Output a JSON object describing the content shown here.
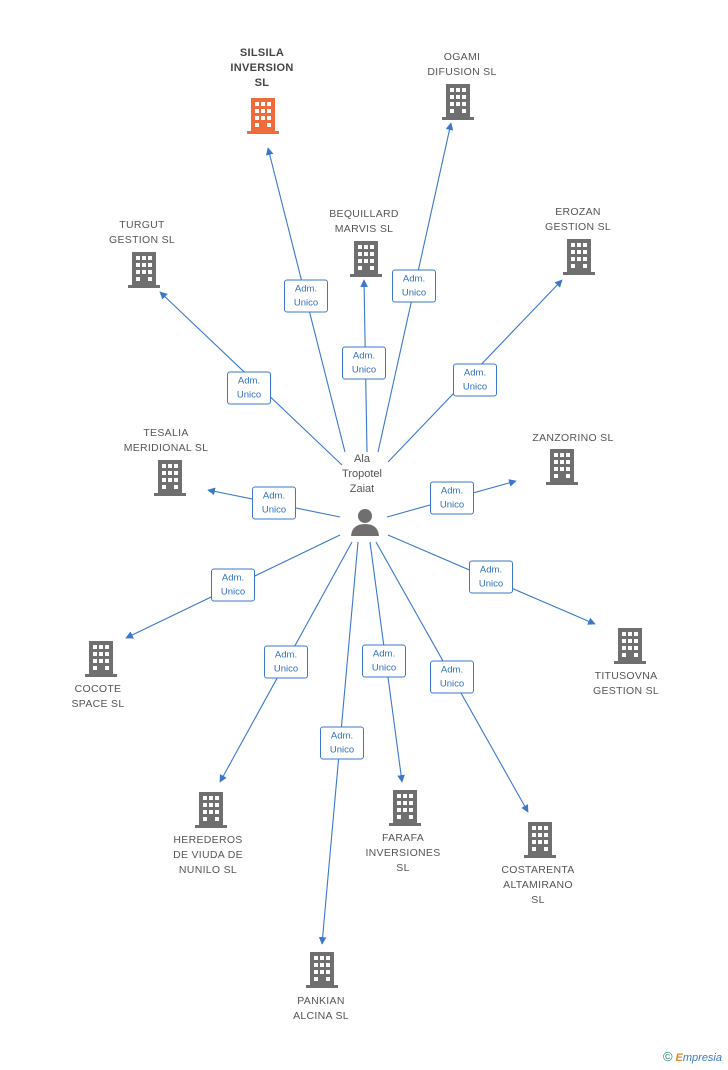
{
  "center": {
    "name": "Ala\nTropotel\nZaiat"
  },
  "edge_label": "Adm.\nUnico",
  "colors": {
    "edge": "#3b78c9",
    "building": "#6f6f6f",
    "highlight": "#f06a3a",
    "person": "#6f6f6f"
  },
  "nodes": [
    {
      "id": "silsila",
      "name": "SILSILA\nINVERSION\nSL",
      "highlight": true
    },
    {
      "id": "ogami",
      "name": "OGAMI\nDIFUSION SL",
      "highlight": false
    },
    {
      "id": "turgut",
      "name": "TURGUT\nGESTION SL",
      "highlight": false
    },
    {
      "id": "bequillard",
      "name": "BEQUILLARD\nMARVIS SL",
      "highlight": false
    },
    {
      "id": "erozan",
      "name": "EROZAN\nGESTION SL",
      "highlight": false
    },
    {
      "id": "tesalia",
      "name": "TESALIA\nMERIDIONAL SL",
      "highlight": false
    },
    {
      "id": "zanzorino",
      "name": "ZANZORINO SL",
      "highlight": false
    },
    {
      "id": "cocote",
      "name": "COCOTE\nSPACE SL",
      "highlight": false
    },
    {
      "id": "titusovna",
      "name": "TITUSOVNA\nGESTION SL",
      "highlight": false
    },
    {
      "id": "herederos",
      "name": "HEREDEROS\nDE VIUDA DE\nNUNILO SL",
      "highlight": false
    },
    {
      "id": "farafa",
      "name": "FARAFA\nINVERSIONES\nSL",
      "highlight": false
    },
    {
      "id": "costarenta",
      "name": "COSTARENTA\nALTAMIRANO\nSL",
      "highlight": false
    },
    {
      "id": "pankian",
      "name": "PANKIAN\nALCINA SL",
      "highlight": false
    }
  ],
  "footer": {
    "copyright": "©",
    "brand_first": "E",
    "brand_rest": "mpresia"
  }
}
